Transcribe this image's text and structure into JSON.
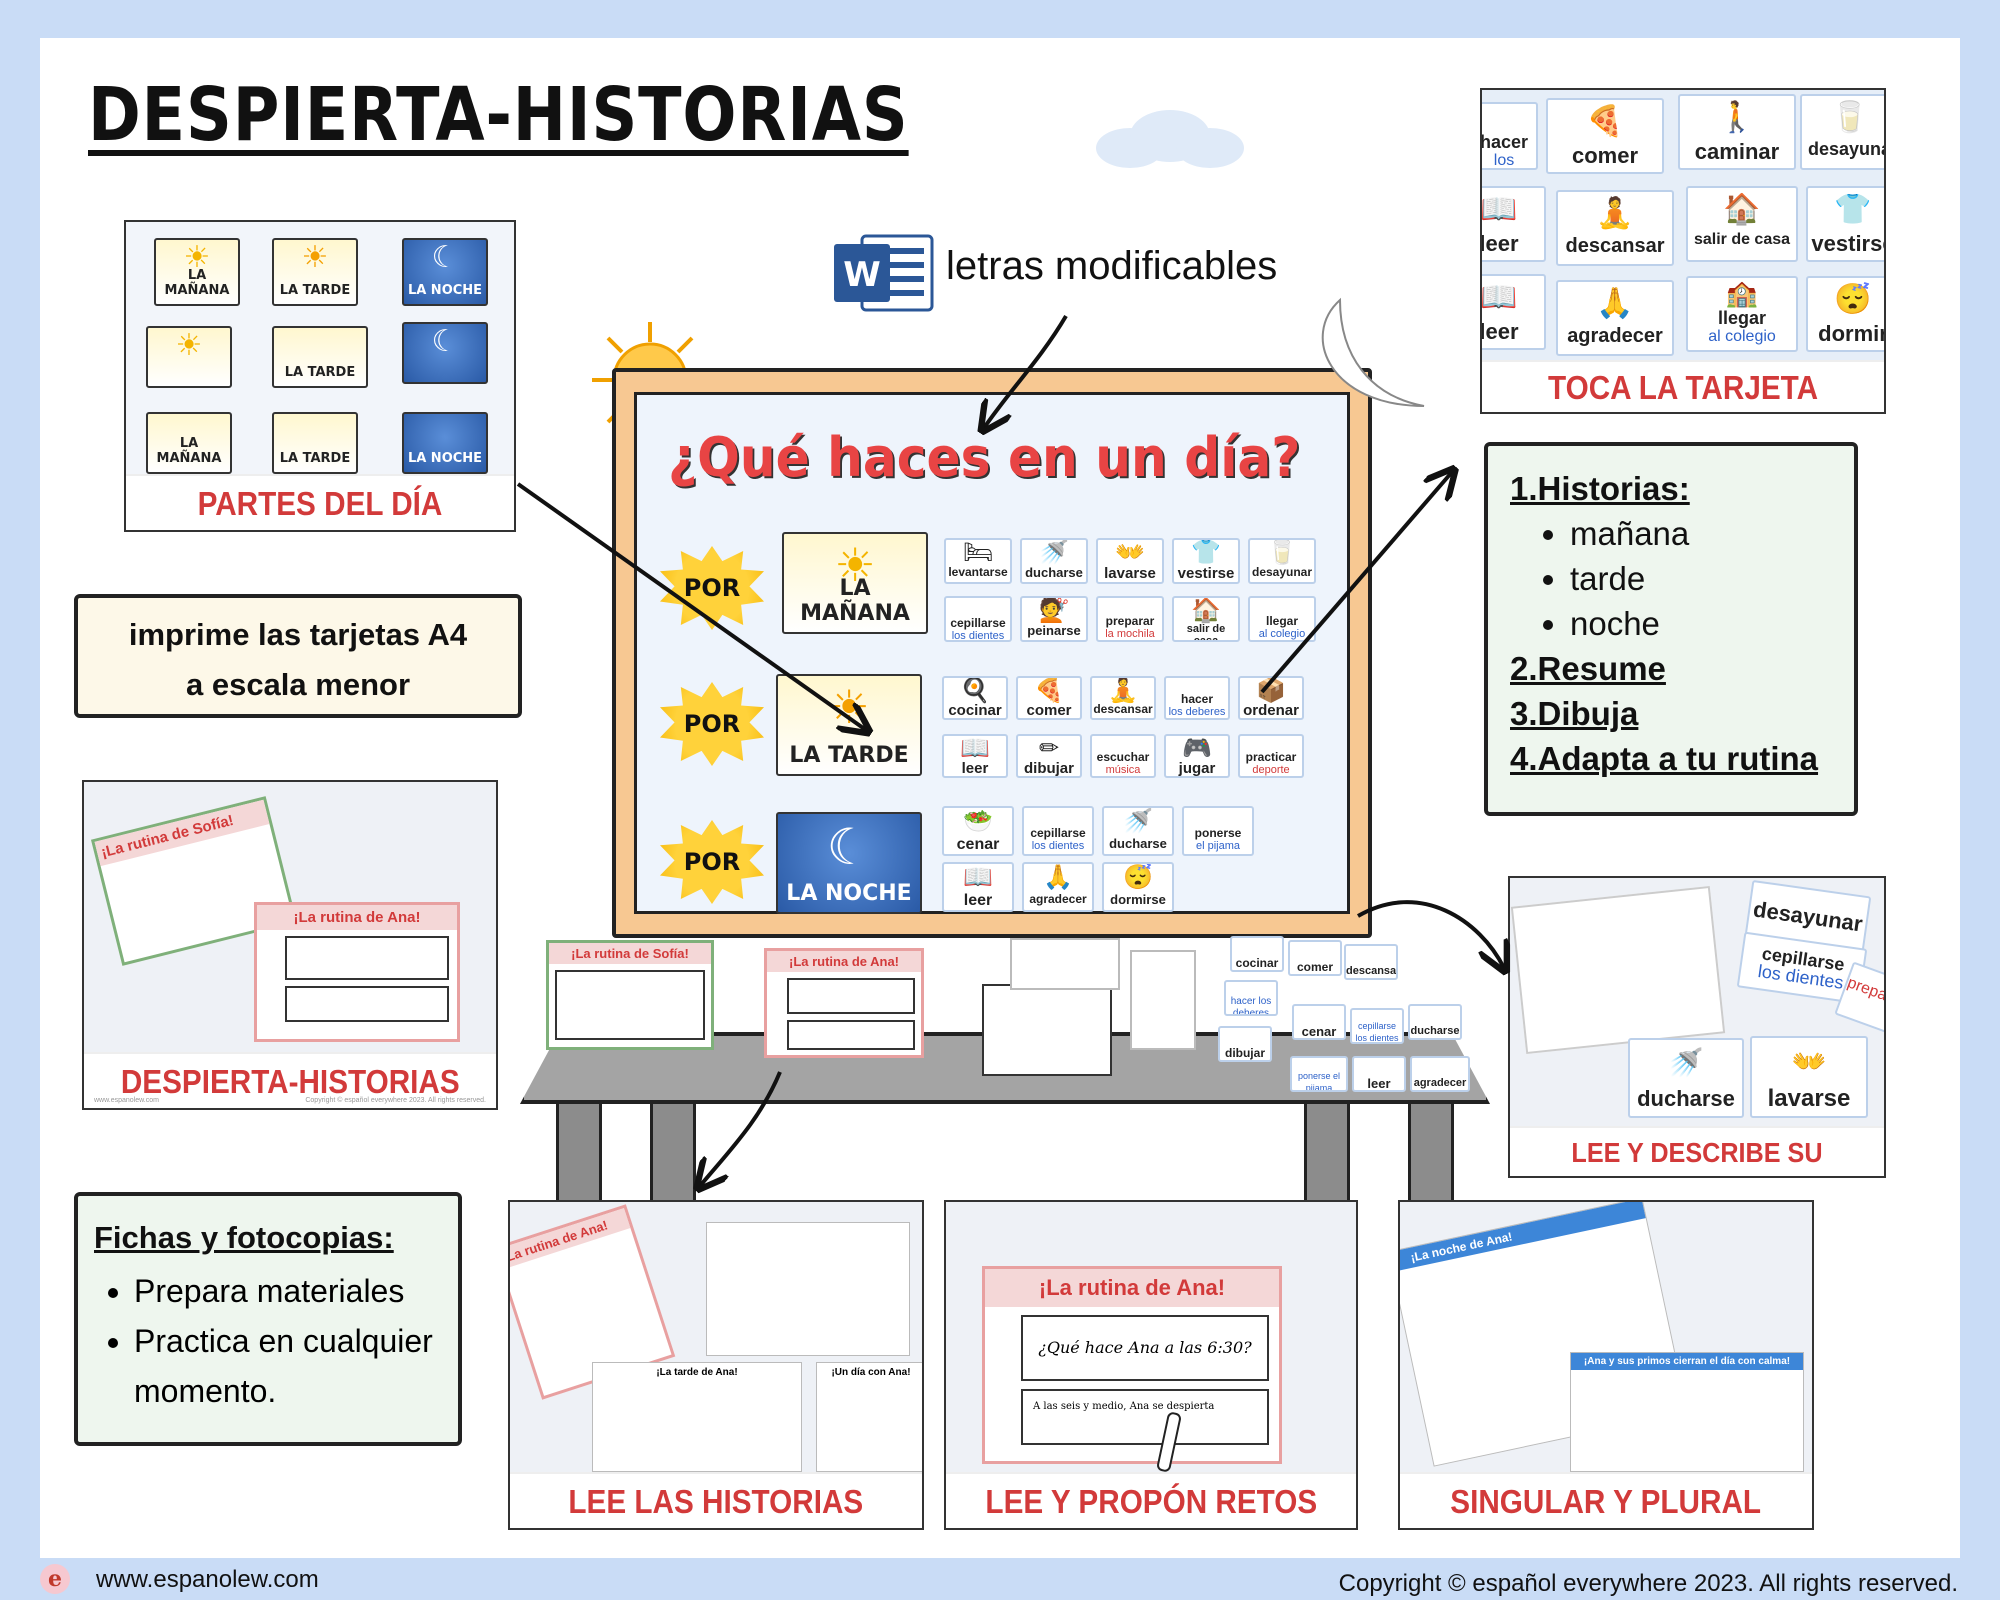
{
  "title": "DESPIERTA-HISTORIAS",
  "word_note": {
    "icon": "word-document-icon",
    "text": "letras modificables"
  },
  "board": {
    "title": "¿Qué haces en un día?",
    "rows": [
      {
        "por": "POR",
        "part": "LA MAÑANA",
        "cards": [
          {
            "label": "levantarse"
          },
          {
            "label": "ducharse"
          },
          {
            "label": "lavarse"
          },
          {
            "label": "vestirse"
          },
          {
            "label": "desayunar"
          },
          {
            "label": "cepillarse",
            "sub": "los dientes"
          },
          {
            "label": "peinarse"
          },
          {
            "label": "preparar",
            "sub": "la mochila"
          },
          {
            "label": "salir de casa"
          },
          {
            "label": "llegar",
            "sub": "al colegio"
          }
        ]
      },
      {
        "por": "POR",
        "part": "LA TARDE",
        "cards": [
          {
            "label": "cocinar"
          },
          {
            "label": "comer"
          },
          {
            "label": "descansar"
          },
          {
            "label": "hacer",
            "sub": "los deberes"
          },
          {
            "label": "ordenar"
          },
          {
            "label": "leer"
          },
          {
            "label": "dibujar"
          },
          {
            "label": "escuchar",
            "sub": "música"
          },
          {
            "label": "jugar"
          },
          {
            "label": "practicar",
            "sub": "deporte"
          }
        ]
      },
      {
        "por": "POR",
        "part": "LA NOCHE",
        "cards": [
          {
            "label": "cenar"
          },
          {
            "label": "cepillarse",
            "sub": "los dientes"
          },
          {
            "label": "ducharse"
          },
          {
            "label": "ponerse",
            "sub": "el pijama"
          },
          {
            "label": "leer"
          },
          {
            "label": "agradecer"
          },
          {
            "label": "dormirse"
          }
        ]
      }
    ]
  },
  "partes_del_dia": {
    "caption": "PARTES DEL DÍA",
    "cards": [
      "LA MAÑANA",
      "LA TARDE",
      "LA NOCHE",
      "LA TARDE",
      "LA MAÑANA",
      "LA TARDE",
      "LA NOCHE"
    ]
  },
  "print_note": {
    "line1": "imprime las tarjetas A4",
    "line2": "a escala menor"
  },
  "despierta_photo": {
    "caption": "DESPIERTA-HISTORIAS",
    "card1": "¡La rutina de Sofía!",
    "card2": "¡La rutina de Ana!",
    "site": "www.espanolew.com",
    "copy": "Copyright © español everywhere 2023. All rights reserved."
  },
  "fichas_note": {
    "heading": "Fichas y fotocopias:",
    "items": [
      "Prepara materiales",
      "Practica en cualquier momento."
    ]
  },
  "toca_photo": {
    "caption": "TOCA LA TARJETA",
    "cards": [
      {
        "label": "hacer",
        "sub": "los deberes"
      },
      {
        "label": "comer"
      },
      {
        "label": "caminar"
      },
      {
        "label": "desayunar"
      },
      {
        "label": "leer"
      },
      {
        "label": "descansar"
      },
      {
        "label": "salir de casa"
      },
      {
        "label": "vestirse"
      },
      {
        "label": "leer"
      },
      {
        "label": "agradecer"
      },
      {
        "label": "llegar",
        "sub": "al colegio"
      },
      {
        "label": "dormir"
      }
    ]
  },
  "steps_note": {
    "s1": "1.Historias:",
    "s1_items": [
      "mañana",
      "tarde",
      "noche"
    ],
    "s2": "2.Resume",
    "s3": "3.Dibuja",
    "s4": "4.Adapta a tu rutina"
  },
  "lee_describe_photo": {
    "caption": "LEE Y DESCRIBE SU RUTINA",
    "cards": [
      "desayunar",
      "cepillarse",
      "los dientes",
      "preparar",
      "ducharse",
      "lavarse"
    ]
  },
  "table_cards": [
    "cocinar",
    "comer",
    "descansar",
    "hacer los deberes",
    "cenar",
    "cepillarse los dientes",
    "ducharse",
    "dibujar",
    "ponerse el pijama",
    "leer",
    "agradecer"
  ],
  "table_sheets": {
    "s1": "¡La rutina de Sofía!",
    "s2": "¡La rutina de Ana!"
  },
  "bottom_photos": [
    {
      "caption": "LEE LAS HISTORIAS",
      "label_a": "¡La rutina de Ana!",
      "label_b": "¡La tarde de Ana!",
      "label_c": "¡Un día con Ana!"
    },
    {
      "caption": "LEE Y PROPÓN RETOS",
      "label_a": "¡La rutina de Ana!",
      "question": "¿Qué hace Ana a las 6:30?",
      "answer": "A las seis y medio, Ana se despierta"
    },
    {
      "caption": "SINGULAR Y PLURAL",
      "label_a": "¡La noche de Ana!",
      "label_b": "¡Ana y sus primos cierran el día con calma!"
    }
  ],
  "footer": {
    "site": "www.espanolew.com",
    "copyright": "Copyright © español everywhere 2023. All rights reserved."
  },
  "colors": {
    "background": "#c9dcf6",
    "accent_red": "#e84444",
    "caption_red": "#d23a3a",
    "blue_sub": "#2e62c9",
    "note_bg_cream": "#fdf8e8",
    "note_bg_green": "#eef6ee",
    "board_frame": "#f7c892"
  }
}
